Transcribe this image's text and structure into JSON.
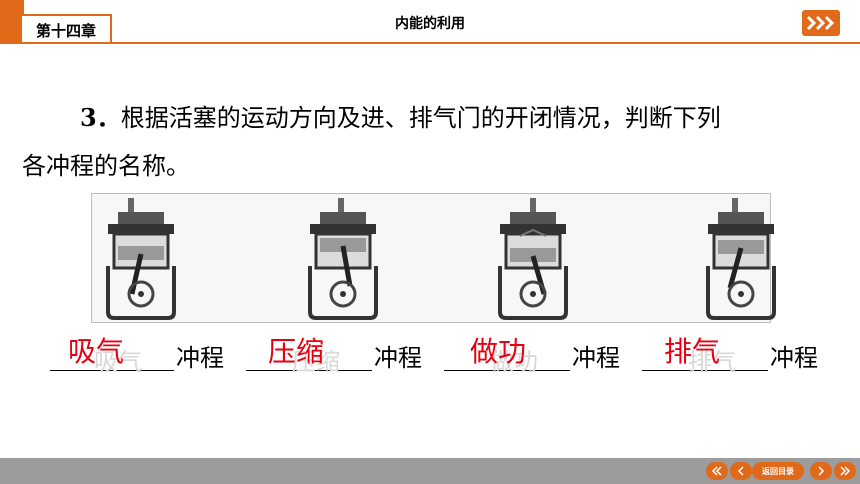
{
  "header": {
    "chapter_label": "第十四章",
    "title": "内能的利用",
    "next_icon": "triple-chevron-right-icon"
  },
  "question": {
    "number": "3．",
    "line1": "根据活塞的运动方向及进、排气门的开闭情况，判断下列",
    "line2": "各冲程的名称。"
  },
  "diagrams": [
    {
      "icon": "engine-stroke-diagram-icon"
    },
    {
      "icon": "engine-stroke-diagram-icon"
    },
    {
      "icon": "engine-stroke-diagram-icon"
    },
    {
      "icon": "engine-stroke-diagram-icon"
    }
  ],
  "answers": [
    {
      "answer": "吸气",
      "ghost": "吸气",
      "suffix": "冲程"
    },
    {
      "answer": "压缩",
      "ghost": "压缩",
      "suffix": "冲程"
    },
    {
      "answer": "做功",
      "ghost": "做功",
      "suffix": "冲程"
    },
    {
      "answer": "排气",
      "ghost": "排气",
      "suffix": "冲程"
    }
  ],
  "footer": {
    "toc_label": "返回目录"
  },
  "colors": {
    "accent": "#e06a1a",
    "answer": "#e60012",
    "footer_bg": "#9c9c9c"
  }
}
